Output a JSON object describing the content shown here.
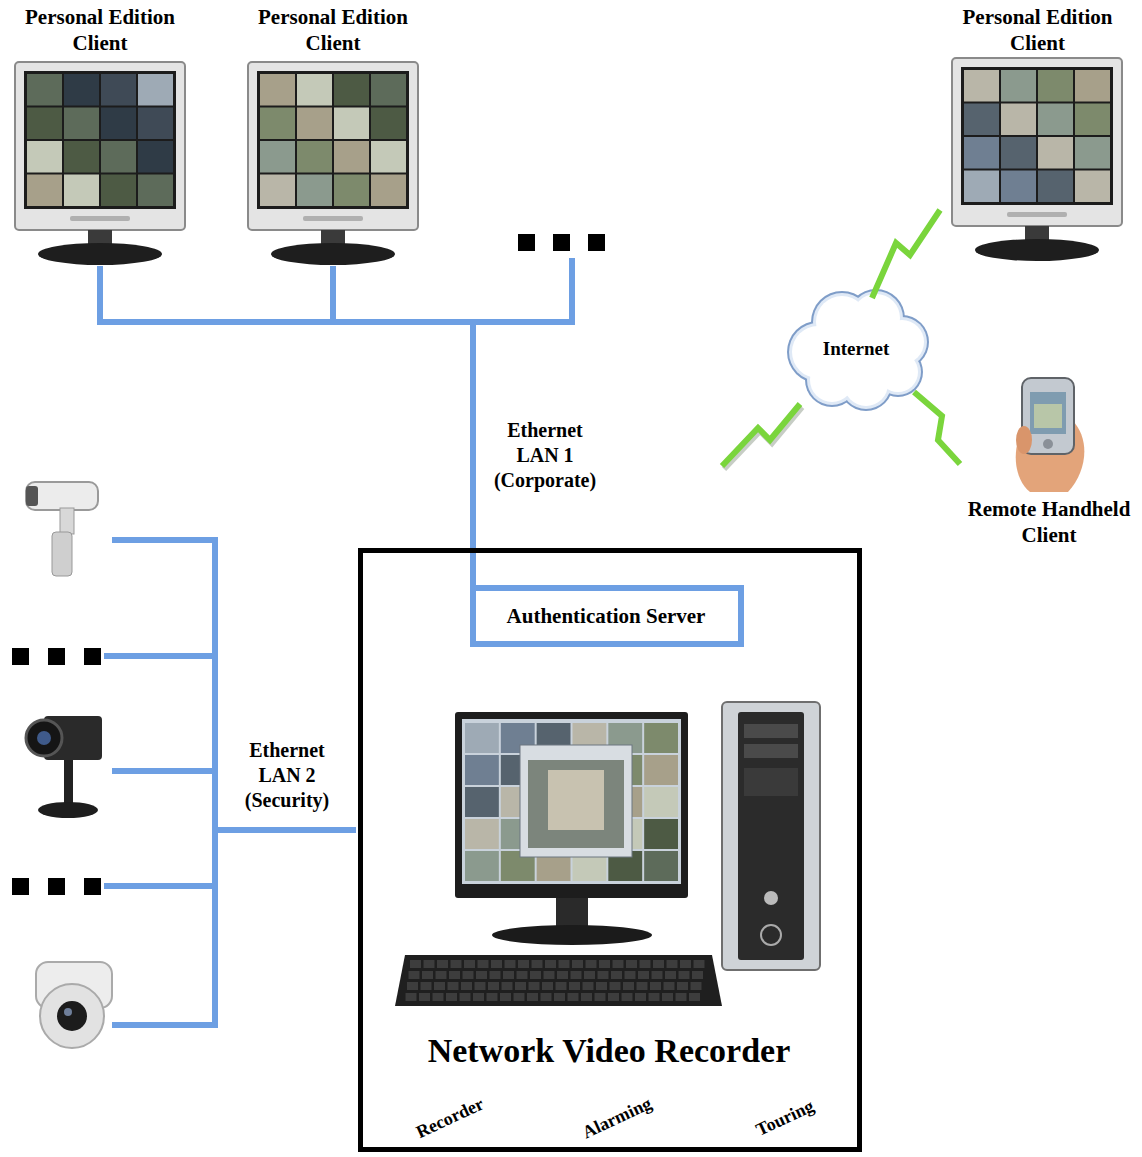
{
  "diagram": {
    "nodes": [
      {
        "text": [
          "Personal Edition Client"
        ]
      },
      {
        "text": [
          "Personal Edition Client"
        ]
      },
      {
        "text": [
          "Personal Edition Client"
        ]
      },
      {
        "text": [
          "Internet"
        ]
      },
      {
        "text": [
          "Remote Handheld Client"
        ]
      },
      {
        "text": [
          "Network Video Recorder",
          "Recorder",
          "Alarming",
          "Touring"
        ]
      },
      {
        "text": [
          "Authentication Server"
        ],
        "in": 5
      }
    ],
    "edges": [
      {
        "from": 0,
        "to": 6,
        "arrow": "none"
      },
      {
        "from": 1,
        "to": 6,
        "arrow": "none"
      },
      {
        "from": 2,
        "to": 3,
        "arrow": "none"
      },
      {
        "from": 3,
        "to": 4,
        "arrow": "none"
      }
    ],
    "labels": [
      "Ethernet LAN 1 (Corporate)",
      "Ethernet LAN 2 (Security)"
    ]
  }
}
